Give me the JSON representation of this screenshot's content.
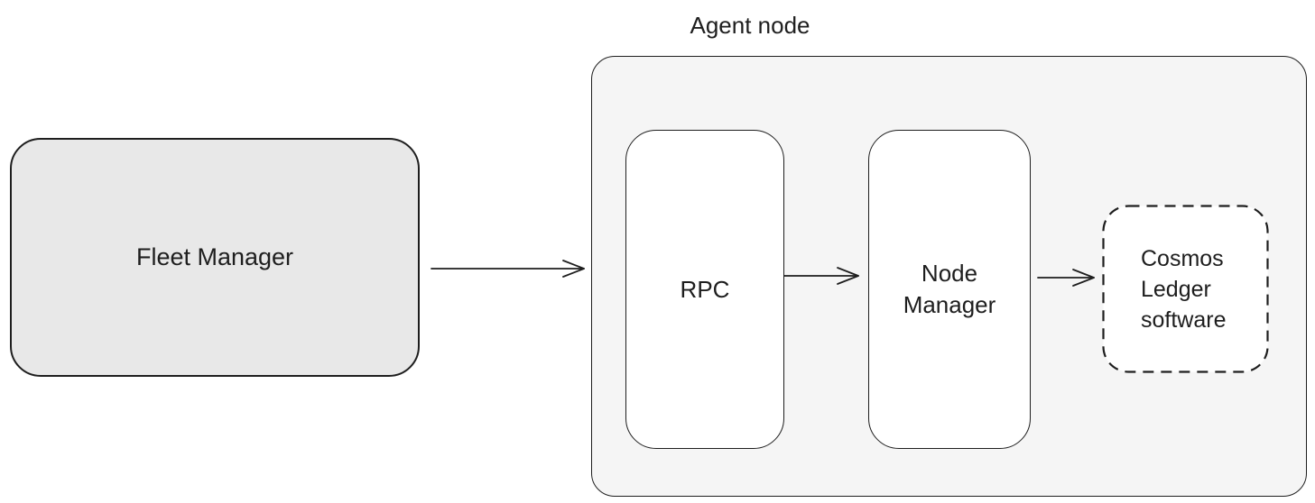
{
  "page": {
    "background": "#ffffff"
  },
  "colors": {
    "stroke": "#1e1e1e",
    "text": "#1e1e1e",
    "fleet_fill": "#e8e8e8",
    "agent_container_fill": "#f5f5f5",
    "inner_box_fill": "#ffffff"
  },
  "diagram": {
    "agent_group_label": "Agent node",
    "nodes": {
      "fleet_manager": {
        "label": "Fleet Manager"
      },
      "rpc": {
        "label": "RPC"
      },
      "node_manager": {
        "label": "Node Manager"
      },
      "cosmos_ledger": {
        "label": "Cosmos Ledger software"
      }
    },
    "connections": [
      {
        "from": "Fleet Manager",
        "to": "Agent node"
      },
      {
        "from": "RPC",
        "to": "Node Manager"
      },
      {
        "from": "Node Manager",
        "to": "Cosmos Ledger software"
      }
    ]
  }
}
